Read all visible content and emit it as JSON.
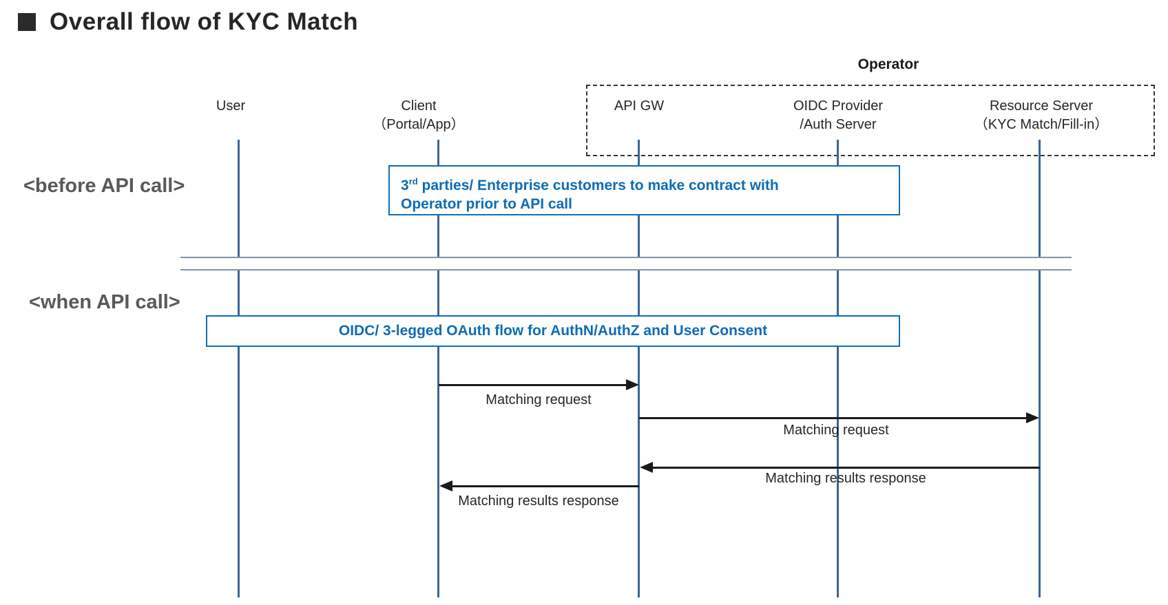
{
  "title": {
    "text": "Overall flow of KYC Match"
  },
  "operator_group": {
    "label": "Operator"
  },
  "participants": [
    {
      "id": "user",
      "line1": "User",
      "line2": ""
    },
    {
      "id": "client",
      "line1": "Client",
      "line2": "（Portal/App）"
    },
    {
      "id": "api-gw",
      "line1": "API GW",
      "line2": ""
    },
    {
      "id": "oidc-provider",
      "line1": "OIDC Provider",
      "line2": "/Auth Server"
    },
    {
      "id": "resource-server",
      "line1": "Resource Server",
      "line2": "（KYC Match/Fill-in）"
    }
  ],
  "phases": {
    "before": "<before API call>",
    "when": "<when API call>"
  },
  "notes": {
    "contract": {
      "base": "3",
      "sup": "rd",
      "line1_rest": " parties/ Enterprise customers to make contract with",
      "line2": "Operator prior to API call"
    },
    "oauth": "OIDC/ 3-legged OAuth flow for AuthN/AuthZ and User Consent"
  },
  "messages": [
    {
      "label": "Matching request",
      "from": "client",
      "to": "api-gw"
    },
    {
      "label": "Matching request",
      "from": "api-gw",
      "to": "resource-server"
    },
    {
      "label": "Matching results response",
      "from": "resource-server",
      "to": "api-gw"
    },
    {
      "label": "Matching results response",
      "from": "api-gw",
      "to": "client"
    }
  ],
  "colors": {
    "accent_blue": "#0F6EB5",
    "note_text_blue": "#0D6CB5",
    "lifeline": "#3E6492",
    "separator": "#7E93AC",
    "arrow": "#1A1A1A",
    "heading": "#262626",
    "phase_gray": "#595959"
  }
}
